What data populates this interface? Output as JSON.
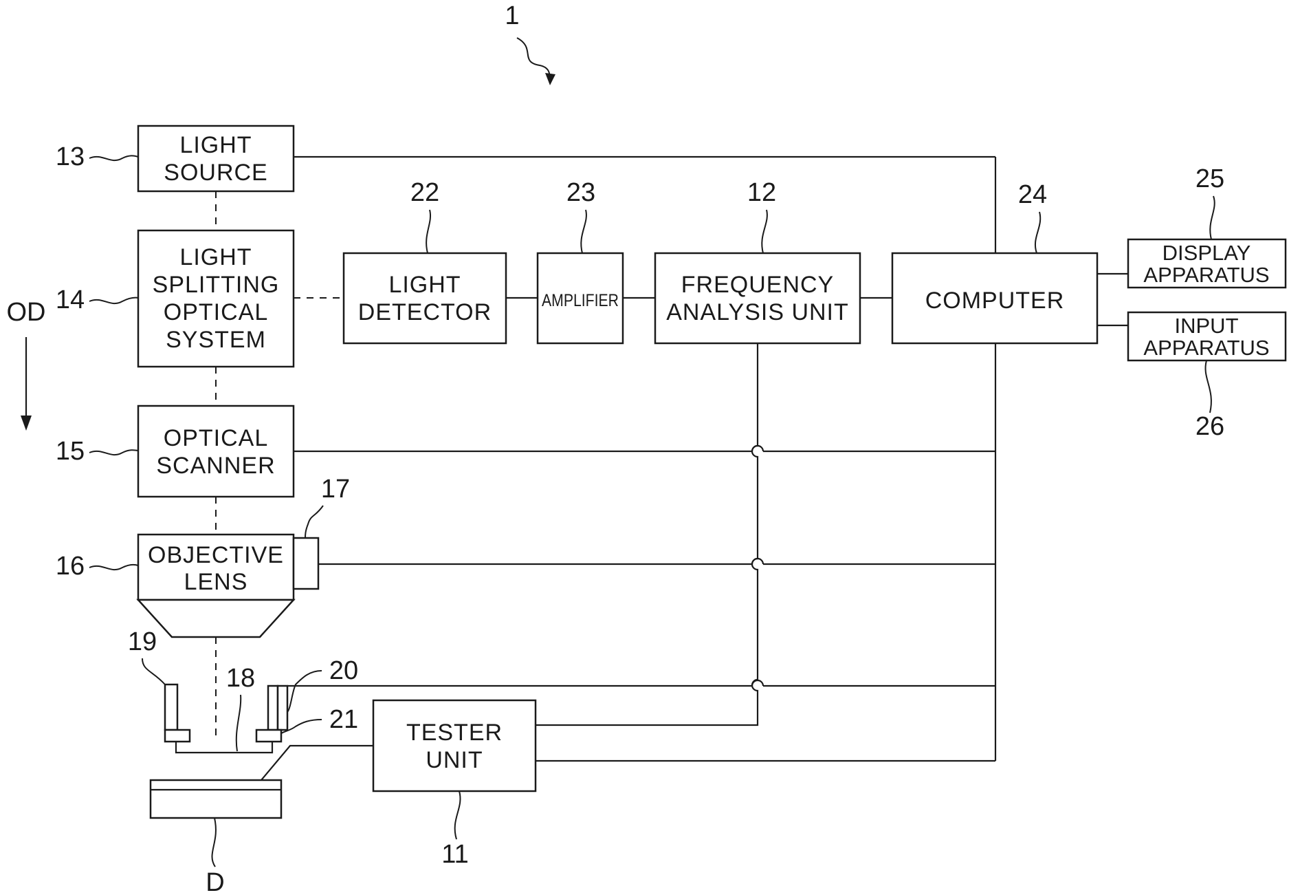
{
  "figure_number": "1",
  "blocks": {
    "light_source": {
      "ref": "13",
      "lines": [
        "LIGHT",
        "SOURCE"
      ]
    },
    "light_splitting": {
      "ref": "14",
      "lines": [
        "LIGHT",
        "SPLITTING",
        "OPTICAL",
        "SYSTEM"
      ]
    },
    "optical_scanner": {
      "ref": "15",
      "lines": [
        "OPTICAL",
        "SCANNER"
      ]
    },
    "objective_lens": {
      "ref": "16",
      "lines": [
        "OBJECTIVE",
        "LENS"
      ]
    },
    "lens_attachment": {
      "ref": "17"
    },
    "holder": {
      "ref": "18"
    },
    "holder_left": {
      "ref": "19"
    },
    "holder_right": {
      "ref": "20"
    },
    "contact": {
      "ref": "21"
    },
    "light_detector": {
      "ref": "22",
      "lines": [
        "LIGHT",
        "DETECTOR"
      ]
    },
    "amplifier": {
      "ref": "23",
      "lines": [
        "AMPLIFIER"
      ]
    },
    "frequency": {
      "ref": "12",
      "lines": [
        "FREQUENCY",
        "ANALYSIS UNIT"
      ]
    },
    "computer": {
      "ref": "24",
      "lines": [
        "COMPUTER"
      ]
    },
    "display": {
      "ref": "25",
      "lines": [
        "DISPLAY",
        "APPARATUS"
      ]
    },
    "input": {
      "ref": "26",
      "lines": [
        "INPUT",
        "APPARATUS"
      ]
    },
    "tester": {
      "ref": "11",
      "lines": [
        "TESTER",
        "UNIT"
      ]
    },
    "device": {
      "ref": "D"
    }
  },
  "direction_label": "OD"
}
